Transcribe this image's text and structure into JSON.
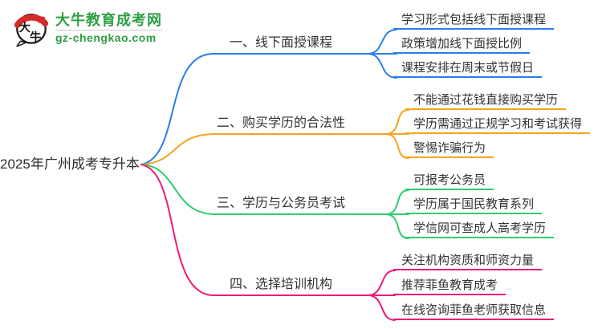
{
  "logo": {
    "mark_char_top": "大",
    "mark_char_bottom": "牛",
    "title": "大牛教育成考网",
    "domain": "gz-chengkao.com",
    "title_color": "#2f9e43",
    "seal_color": "#d42a2a"
  },
  "root": {
    "label": "2025年广州成考专升本"
  },
  "branches": [
    {
      "label": "一、线下面授课程",
      "color": "#2b7de9",
      "items": [
        "学习形式包括线下面授课程",
        "政策增加线下面授比例",
        "课程安排在周末或节假日"
      ]
    },
    {
      "label": "二、购买学历的合法性",
      "color": "#f2a51f",
      "items": [
        "不能通过花钱直接购买学历",
        "学历需通过正规学习和考试获得",
        "警惕诈骗行为"
      ]
    },
    {
      "label": "三、学历与公务员考试",
      "color": "#2ecc71",
      "items": [
        "可报考公务员",
        "学历属于国民教育系列",
        "学信网可查成人高考学历"
      ]
    },
    {
      "label": "四、选择培训机构",
      "color": "#ef1a77",
      "items": [
        "关注机构资质和师资力量",
        "推荐菲鱼教育成考",
        "在线咨询菲鱼老师获取信息"
      ]
    }
  ]
}
